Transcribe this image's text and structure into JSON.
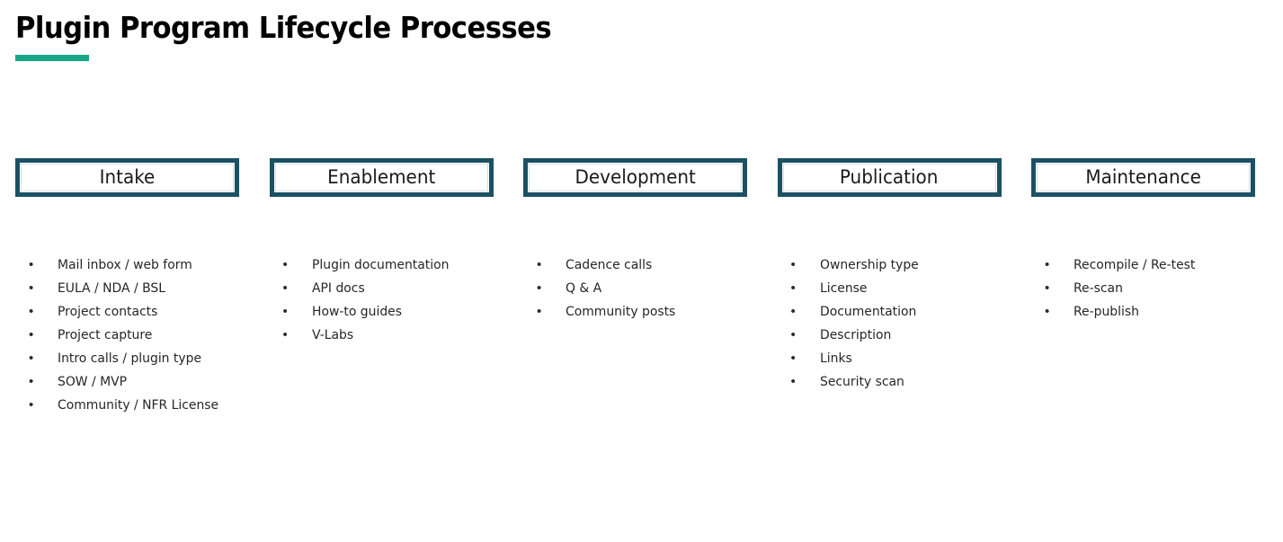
{
  "header": {
    "title": "Plugin Program Lifecycle Processes",
    "accent_color": "#17a585"
  },
  "theme": {
    "box_border_color": "#1b5163",
    "box_inner_line_color": "#cfdfe4",
    "background_color": "#ffffff",
    "text_color": "#262626"
  },
  "bullet_glyph": "•",
  "phases": [
    {
      "label": "Intake",
      "items": [
        "Mail inbox / web form",
        "EULA / NDA / BSL",
        "Project contacts",
        "Project capture",
        "Intro calls / plugin type",
        "SOW / MVP",
        "Community / NFR License"
      ]
    },
    {
      "label": "Enablement",
      "items": [
        "Plugin documentation",
        "API docs",
        "How-to guides",
        "V-Labs"
      ]
    },
    {
      "label": "Development",
      "items": [
        "Cadence calls",
        "Q & A",
        "Community posts"
      ]
    },
    {
      "label": "Publication",
      "items": [
        "Ownership type",
        "License",
        "Documentation",
        "Description",
        "Links",
        "Security scan"
      ]
    },
    {
      "label": "Maintenance",
      "items": [
        "Recompile / Re-test",
        "Re-scan",
        "Re-publish"
      ]
    }
  ]
}
